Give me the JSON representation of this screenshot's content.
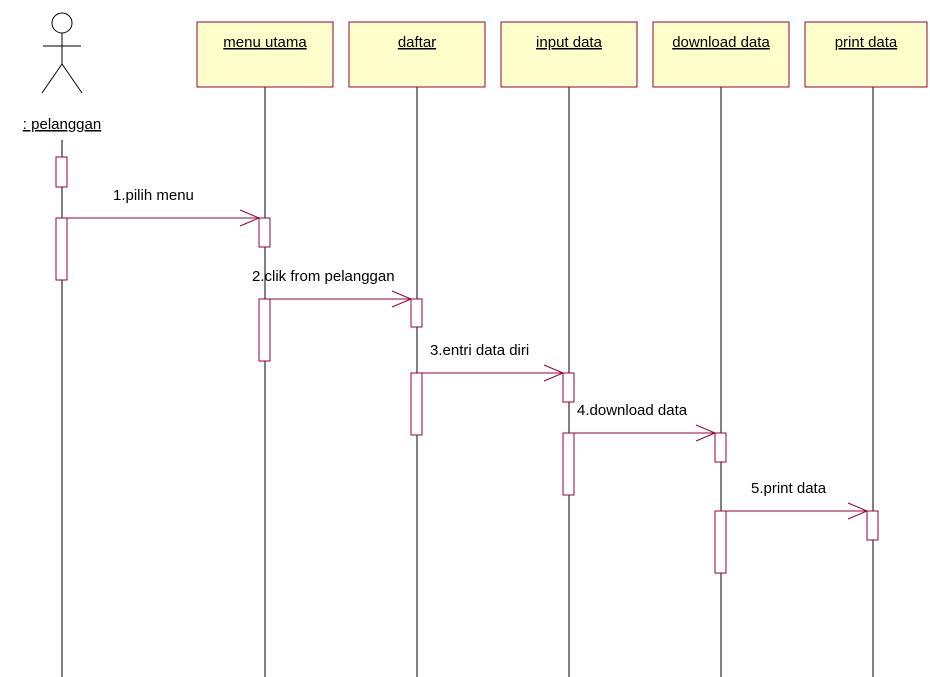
{
  "actor": {
    "label": ": pelanggan"
  },
  "objects": [
    {
      "id": "menu-utama",
      "label": "menu utama"
    },
    {
      "id": "daftar",
      "label": "daftar"
    },
    {
      "id": "input-data",
      "label": "input data"
    },
    {
      "id": "download-data",
      "label": "download data"
    },
    {
      "id": "print-data",
      "label": "print data"
    }
  ],
  "messages": [
    {
      "id": "msg-1",
      "label": "1.pilih menu",
      "from": "pelanggan",
      "to": "menu utama"
    },
    {
      "id": "msg-2",
      "label": "2.clik from pelanggan",
      "from": "menu utama",
      "to": "daftar"
    },
    {
      "id": "msg-3",
      "label": "3.entri data diri",
      "from": "daftar",
      "to": "input data"
    },
    {
      "id": "msg-4",
      "label": "4.download data",
      "from": "input data",
      "to": "download data"
    },
    {
      "id": "msg-5",
      "label": "5.print data",
      "from": "download data",
      "to": "print data"
    }
  ],
  "colors": {
    "object_fill": "#ffffcc",
    "object_border": "#990033",
    "message_line": "#990033",
    "lifeline": "#000000",
    "activation_border": "#990033",
    "actor_stroke": "#000000"
  }
}
